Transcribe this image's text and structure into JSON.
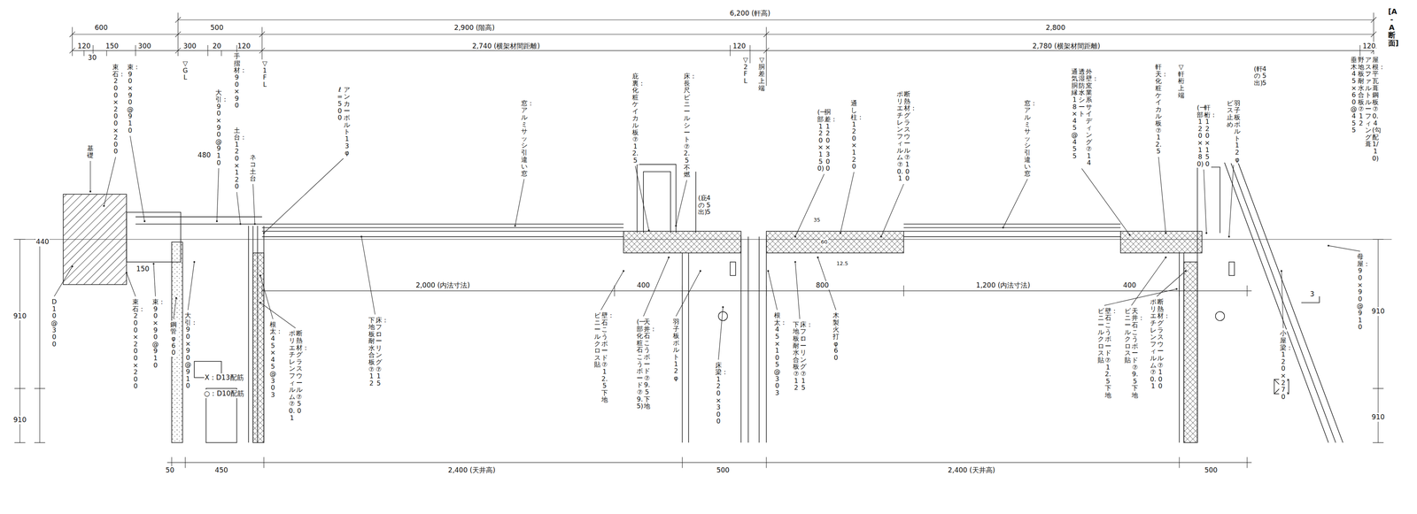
{
  "diagram": {
    "title": "[A-A断面]",
    "labels": [
      "6,200 (軒高)",
      "2,900 (階高)",
      "2,800",
      "600",
      "500",
      "120",
      "150",
      "300",
      "300",
      "20",
      "120",
      "2,740 (横架材間距離)",
      "120",
      "2,780 (横架材間距離)",
      "120",
      "30",
      "2,000 (内法寸法)",
      "400",
      "800",
      "1,200 (内法寸法)",
      "400",
      "50",
      "450",
      "2,400 (天井高)",
      "500",
      "2,400 (天井高)",
      "500",
      "440",
      "910",
      "910",
      "150",
      "910",
      "910",
      "3",
      "35",
      "60",
      "12.5",
      "屋根：平瓦葺鋼板⑦0.4(勾配1/10) アスファルトルーフィング葺 野地板：耐水合板⑦12 垂木：45×60@455",
      "▽GL",
      "▽1FL",
      "手摺材：90×90",
      "大引：90×90@910",
      "480",
      "土台：120×120",
      "ネコ土台",
      "アンカーボルト13φ ℓ=500",
      "窓：アルミサッシ引違い窓",
      "束石：200×200×200",
      "束：90×90@910",
      "基礎",
      "D10@300",
      "束石：200×200×200",
      "束：90×90@910",
      "鋼管φ60",
      "大引：90×90@910",
      "X：D13配筋",
      "○：D10配筋",
      "根太：45×45@303",
      "断熱材：グラスウール⑦50 ポリエチレンフィルム⑦0.1",
      "床：フローリング⑦15 下地板：耐水合板⑦12",
      "庇裏：化粧ケイカル板⑦12.5",
      "床：長尺ビニールシート⑦2.5不燃",
      "455 (庇の出)",
      "▽2FL",
      "▽胴差上端",
      "胴差：120×300 (一部：120×150)",
      "通し柱：120×120",
      "断熱材：グラスウール⑦100 ポリエチレンフィルム⑦0.1",
      "窓：アルミサッシ引違い窓",
      "外壁：窯業系サイディング⑦14 透湿防水シート 通気胴縁：18×45@455",
      "軒天：化粧ケイカル板⑦12.5",
      "▽軒桁上端",
      "軒桁：120×150 (一部：120×180)",
      "羽子板ボルト12φ ビス止め",
      "455 (軒の出)",
      "母屋：90×90@910",
      "小屋梁：120×270",
      "壁：石こうボード⑦12.5下地 ビニールクロス貼",
      "天井：石こうボード⑦9.5下地 (一部：化粧石こうボード⑦9.5)",
      "羽子板ボルト12φ",
      "床梁：120×300",
      "根太：45×105@303",
      "床：フローリング⑦15 下地板：耐水合板⑦12",
      "木製火打φ60",
      "壁：石こうボード⑦12.5下地 ビニールクロス貼",
      "天井：石こうボード⑦9.5下地 ビニールクロス貼",
      "断熱材：グラスウール⑦100 ポリエチレンフィルム⑦0.1"
    ]
  }
}
